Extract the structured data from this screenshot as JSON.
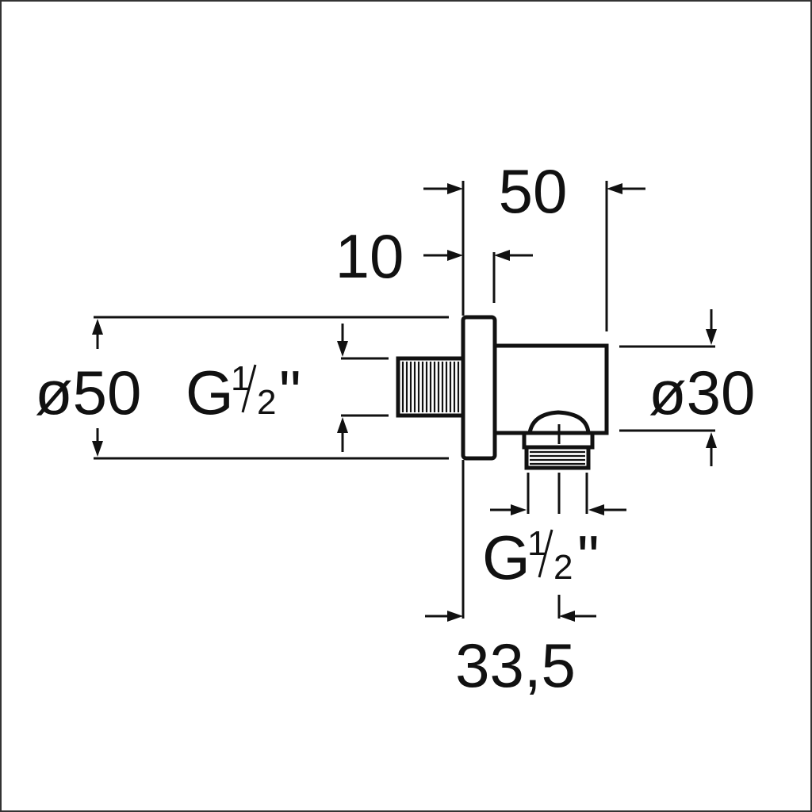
{
  "drawing": {
    "dimensions": {
      "overall_length": "50",
      "flange_thickness": "10",
      "flange_diameter": "ø50",
      "inlet_thread_prefix": "G",
      "inlet_thread_num": "1",
      "inlet_thread_den": "2",
      "inlet_thread_suffix": "\"",
      "body_diameter": "ø30",
      "outlet_thread_prefix": "G",
      "outlet_thread_num": "1",
      "outlet_thread_den": "2",
      "outlet_thread_suffix": "\"",
      "outlet_offset": "33,5"
    }
  }
}
